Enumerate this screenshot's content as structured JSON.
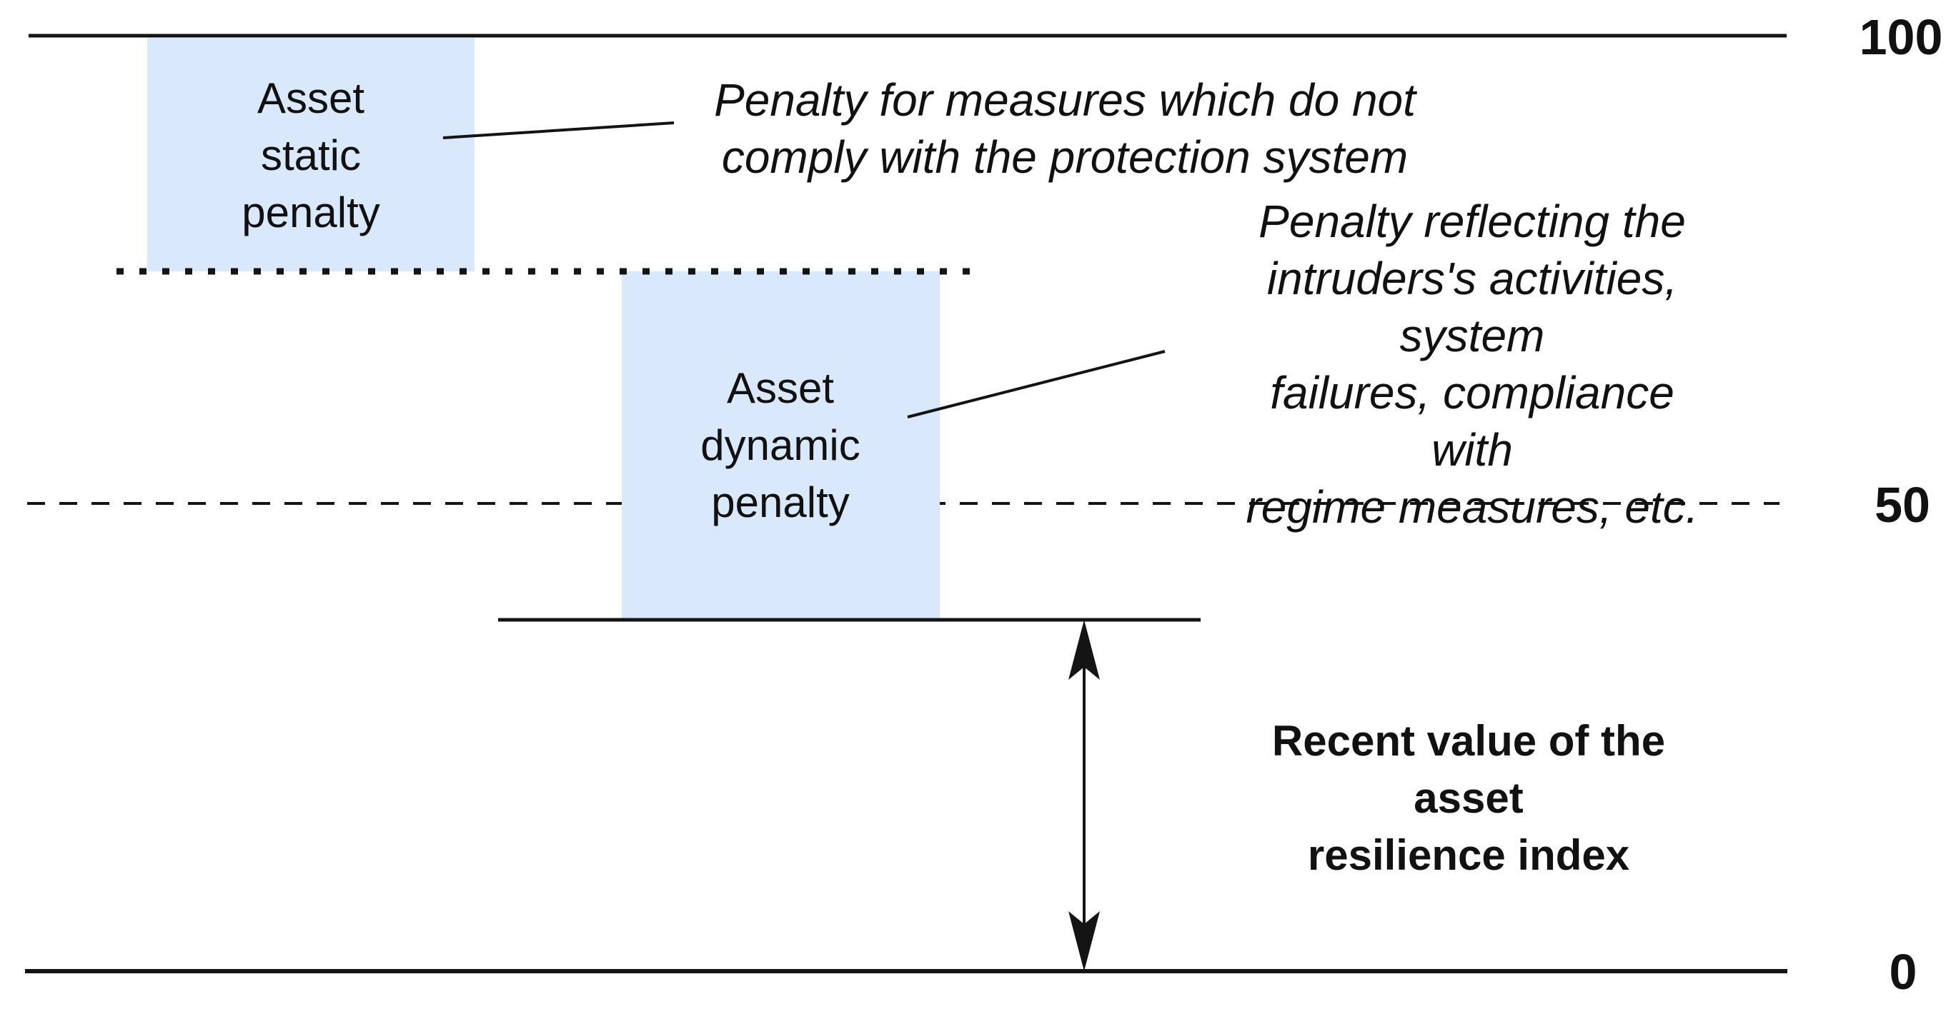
{
  "diagram": {
    "title_hint": "Asset resilience index penalty diagram",
    "scale": {
      "top_label": "100",
      "middle_label": "50",
      "bottom_label": "0"
    },
    "boxes": {
      "static_penalty": {
        "label": "Asset\nstatic\npenalty"
      },
      "dynamic_penalty": {
        "label": "Asset\ndynamic\npenalty"
      }
    },
    "annotations": {
      "static_note": "Penalty for measures which do not\ncomply with the protection system",
      "dynamic_note": "Penalty reflecting the\nintruders's activities, system\nfailures, compliance with\nregime measures, etc.",
      "arrow_caption": "Recent value of the asset\nresilience index"
    },
    "colors": {
      "box_fill": "#dae8fc",
      "stroke": "#141414",
      "text": "#111111",
      "background": "#ffffff"
    }
  }
}
